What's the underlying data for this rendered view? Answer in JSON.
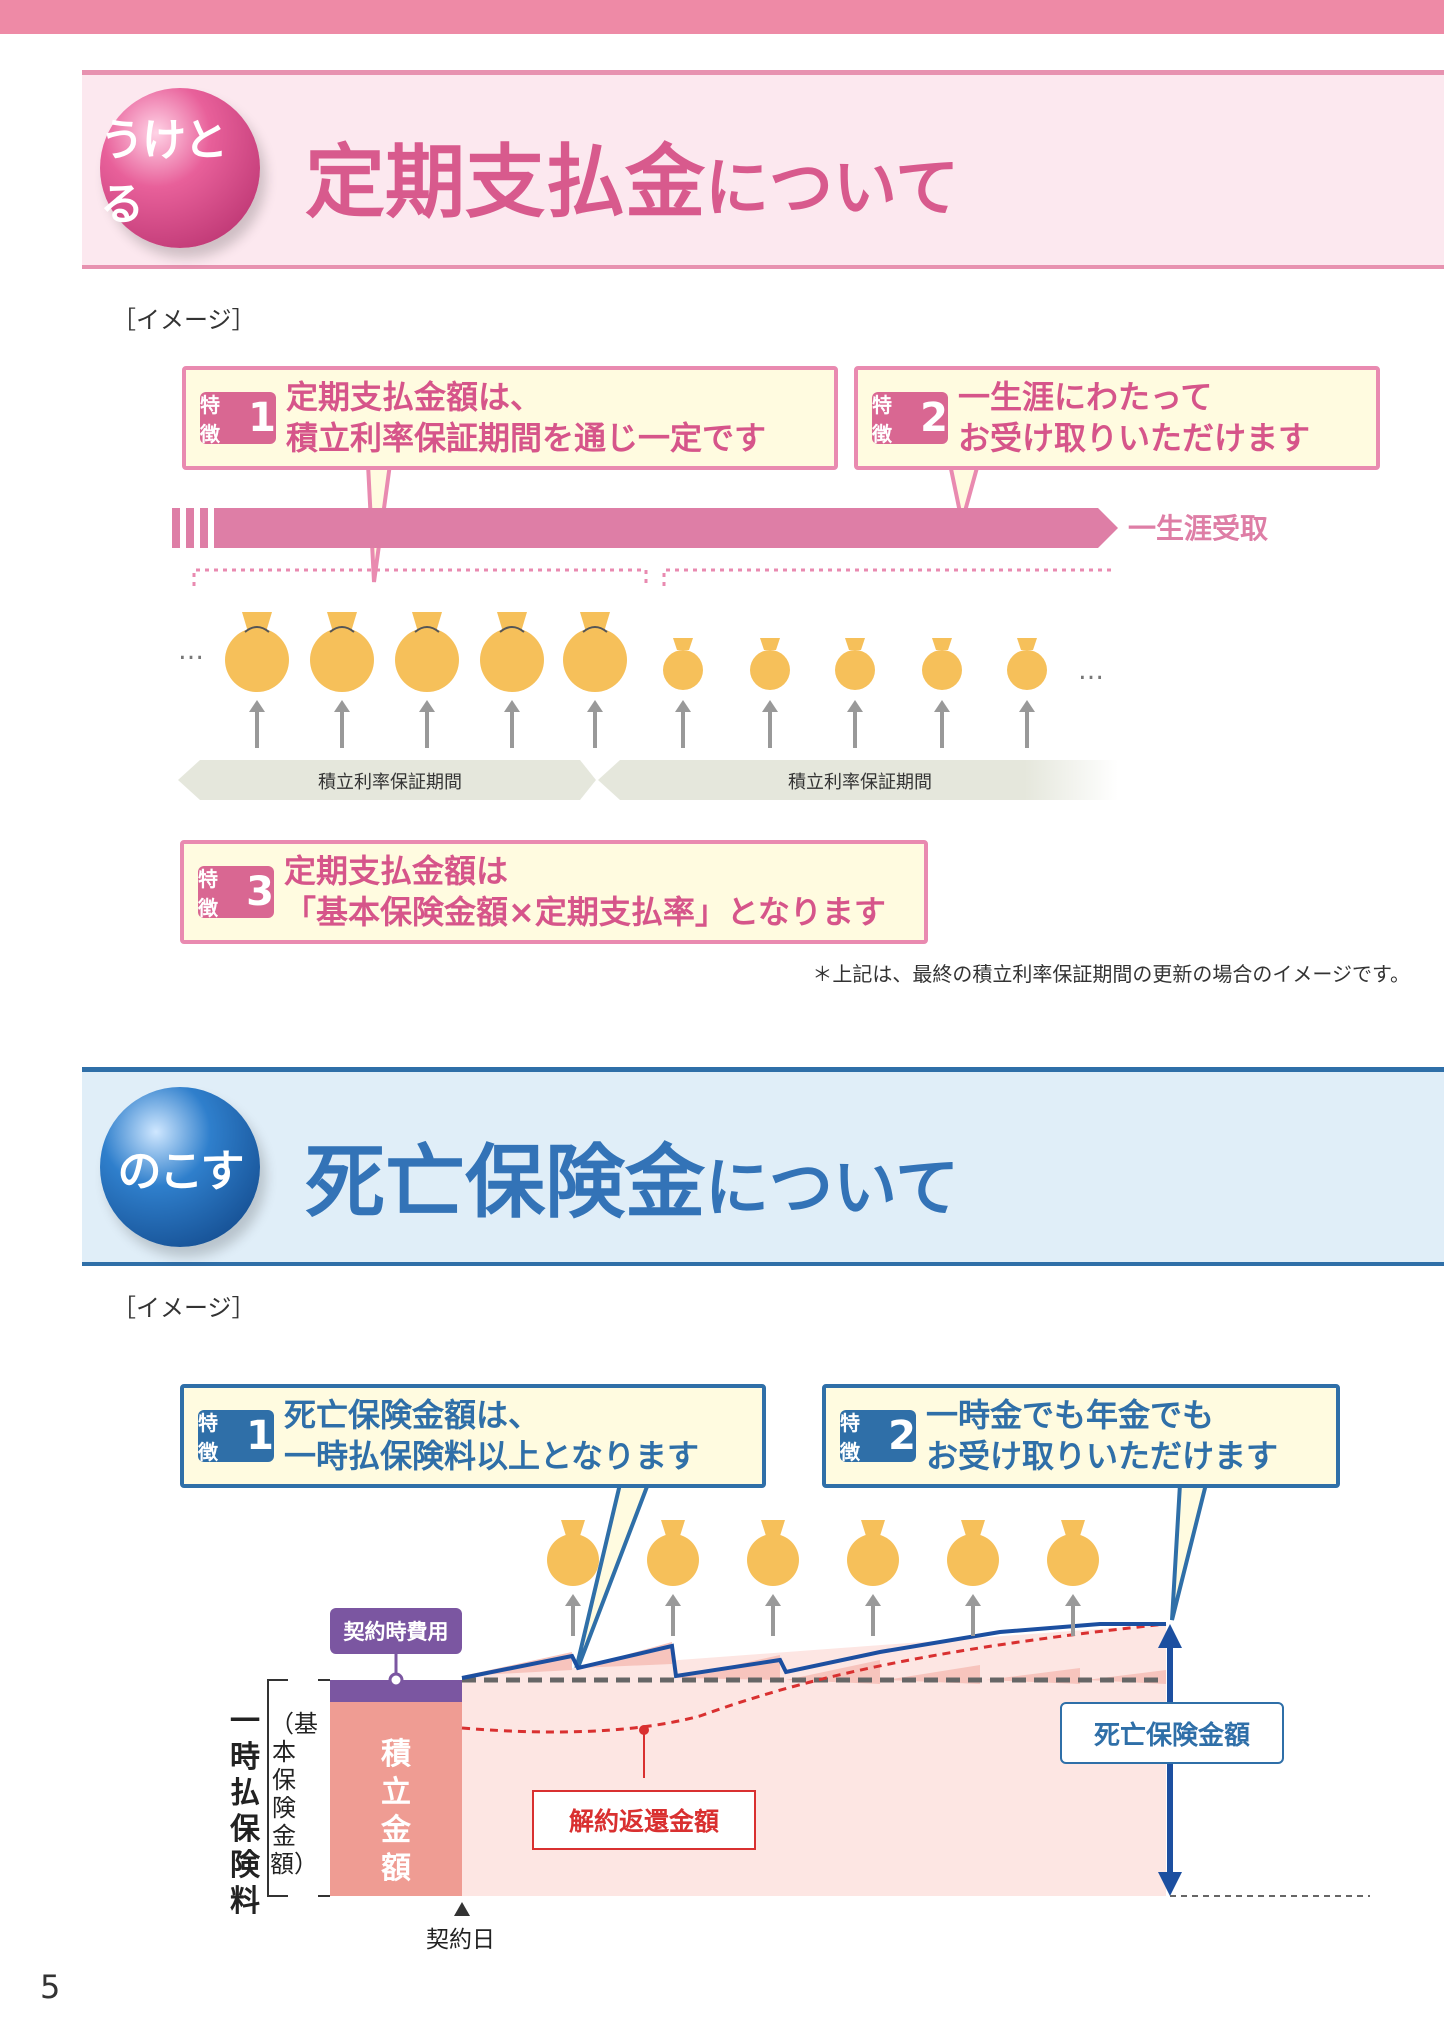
{
  "page_number": "5",
  "section1": {
    "ball": "うけとる",
    "title_main": "定期支払金",
    "title_suffix": "について",
    "image_label": "［イメージ］",
    "badge_label": "特 徴",
    "feature1": {
      "num": "1",
      "line1": "定期支払金額は、",
      "line2": "積立利率保証期間を通じ一定です"
    },
    "feature2": {
      "num": "2",
      "line1": "一生涯にわたって",
      "line2": "お受け取りいただけます"
    },
    "feature3": {
      "num": "3",
      "line1": "定期支払金額は",
      "line2": "「基本保険金額×定期支払率」となります"
    },
    "arrow_label": "一生涯受取",
    "period_label_1": "積立利率保証期間",
    "period_label_2": "積立利率保証期間",
    "ellipsis_left": "…",
    "ellipsis_right": "…",
    "footnote": "＊上記は、最終の積立利率保証期間の更新の場合のイメージです。"
  },
  "section2": {
    "ball": "のこす",
    "title_main": "死亡保険金",
    "title_suffix": "について",
    "image_label": "［イメージ］",
    "badge_label": "特 徴",
    "feature1": {
      "num": "1",
      "line1": "死亡保険金額は、",
      "line2": "一時払保険料以上となります"
    },
    "feature2": {
      "num": "2",
      "line1": "一時金でも年金でも",
      "line2": "お受け取りいただけます"
    },
    "contract_fee": "契約時費用",
    "accumulated": "積立金額",
    "premium": "一時払保険料",
    "basic_amount": "（基本保険金額）",
    "surrender": "解約返還金額",
    "death_benefit": "死亡保険金額",
    "contract_date": "契約日"
  },
  "colors": {
    "pink": "#d96792",
    "blue": "#2f6fa8",
    "gold": "#f6c05a",
    "salmon": "#ef9c93",
    "purple": "#7b56a1"
  }
}
